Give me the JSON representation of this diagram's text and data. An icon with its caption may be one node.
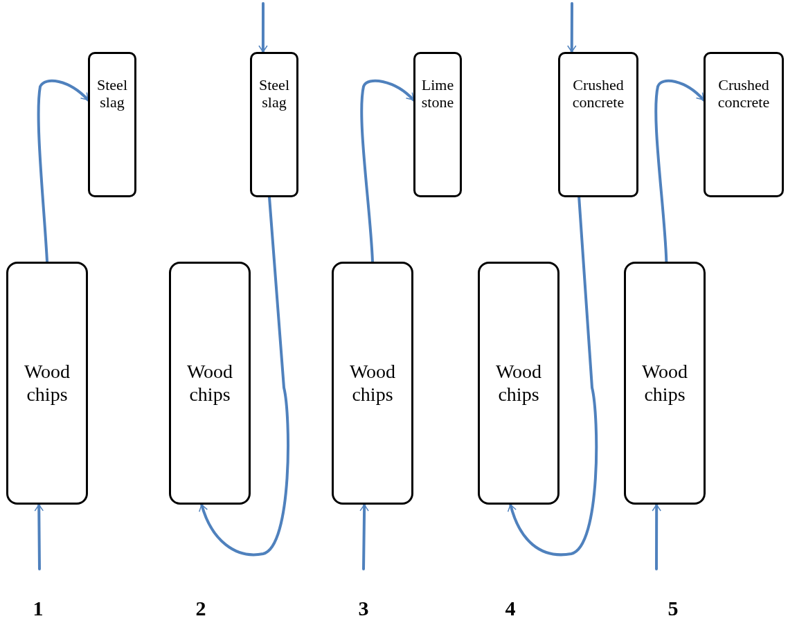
{
  "diagram": {
    "nodes": [
      {
        "text": [
          "Steel slag"
        ]
      },
      {
        "text": [
          "Steel slag"
        ]
      },
      {
        "text": [
          "Lime stone"
        ]
      },
      {
        "text": [
          "Crushed concrete"
        ]
      },
      {
        "text": [
          "Crushed concrete"
        ]
      },
      {
        "text": [
          "Wood chips"
        ]
      },
      {
        "text": [
          "Wood chips"
        ]
      },
      {
        "text": [
          "Wood chips"
        ]
      },
      {
        "text": [
          "Wood chips"
        ]
      },
      {
        "text": [
          "Wood chips"
        ]
      }
    ],
    "edges": [
      {
        "from": null,
        "to": 5,
        "arrow": "to"
      },
      {
        "from": 5,
        "to": 0,
        "arrow": "to"
      },
      {
        "from": null,
        "to": 1,
        "arrow": "to"
      },
      {
        "from": 1,
        "to": 6,
        "arrow": "to"
      },
      {
        "from": null,
        "to": 7,
        "arrow": "to"
      },
      {
        "from": 7,
        "to": 2,
        "arrow": "to"
      },
      {
        "from": null,
        "to": 3,
        "arrow": "to"
      },
      {
        "from": 3,
        "to": 8,
        "arrow": "to"
      },
      {
        "from": null,
        "to": 9,
        "arrow": "to"
      },
      {
        "from": 9,
        "to": 4,
        "arrow": "to"
      }
    ],
    "labels": [
      "1",
      "2",
      "3",
      "4",
      "5"
    ]
  }
}
